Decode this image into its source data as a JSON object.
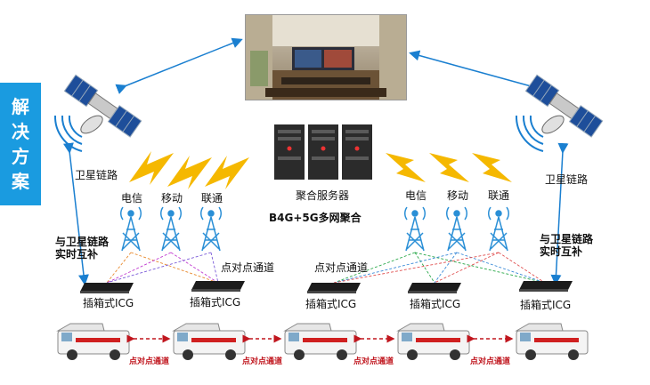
{
  "side_tab": [
    "解",
    "决",
    "方",
    "案"
  ],
  "satellite_label_left": "卫星链路",
  "satellite_label_right": "卫星链路",
  "carriers_left": [
    "电信",
    "移动",
    "联通"
  ],
  "carriers_right": [
    "电信",
    "移动",
    "联通"
  ],
  "server_label": "聚合服务器",
  "aggregation_label": "B4G+5G多网聚合",
  "backup_left": [
    "与卫星链路",
    "实时互补"
  ],
  "backup_right": [
    "与卫星链路",
    "实时互补"
  ],
  "p2p_upper_left": "点对点通道",
  "p2p_upper_right": "点对点通道",
  "icg_labels": [
    "插箱式ICG",
    "插箱式ICG",
    "插箱式ICG",
    "插箱式ICG",
    "插箱式ICG"
  ],
  "p2p_bottom": [
    "点对点通道",
    "点对点通道",
    "点对点通道",
    "点对点通道"
  ],
  "colors": {
    "accent": "#1a9be0",
    "tower": "#2a8fd6",
    "lightning": "#f5b800",
    "link_red": "#c0161e"
  }
}
